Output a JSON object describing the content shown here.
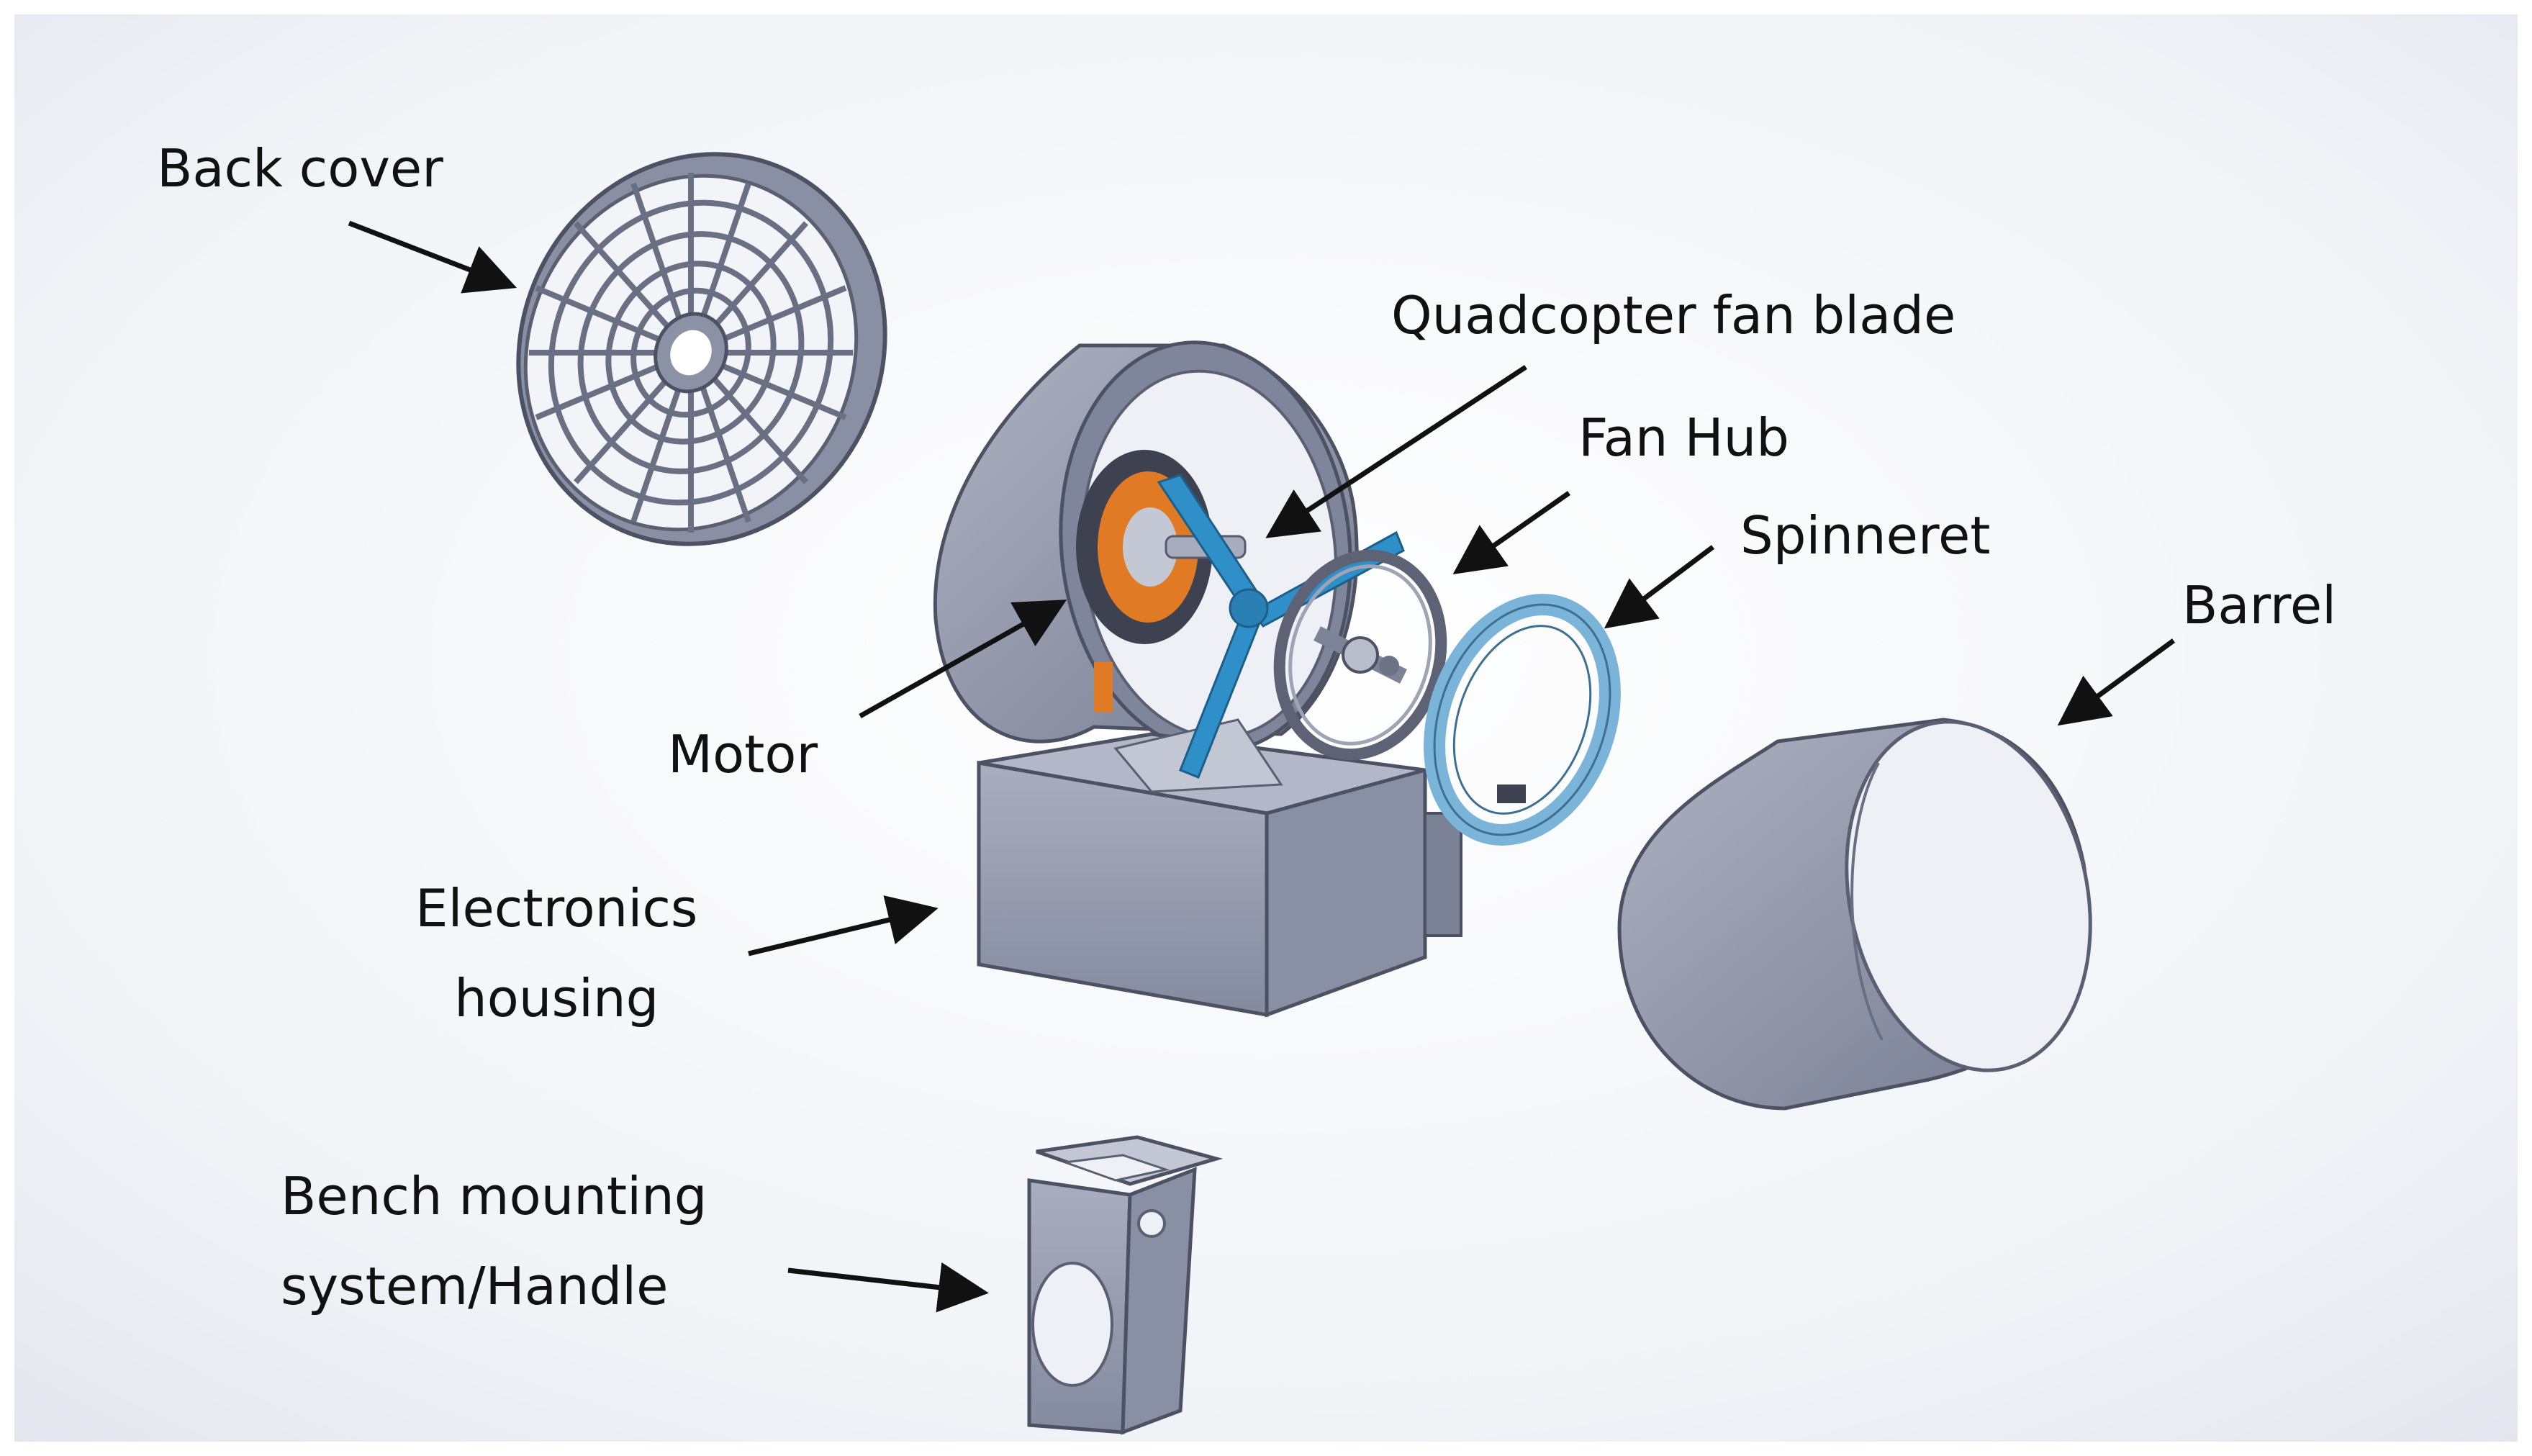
{
  "labels": {
    "back_cover": "Back cover",
    "quadcopter_fan_blade": "Quadcopter fan blade",
    "fan_hub": "Fan Hub",
    "spinneret": "Spinneret",
    "barrel": "Barrel",
    "motor": "Motor",
    "electronics_housing_line1": "Electronics",
    "electronics_housing_line2": "housing",
    "bench_mounting_line1": "Bench mounting",
    "bench_mounting_line2": "system/Handle"
  },
  "colors": {
    "part_grey": "#8f95a8",
    "part_grey_light": "#b7bccb",
    "part_grey_dark": "#5e6375",
    "blade_blue": "#2f8fc9",
    "motor_orange": "#e07a24",
    "arrow": "#111111",
    "background": "#ffffff"
  }
}
